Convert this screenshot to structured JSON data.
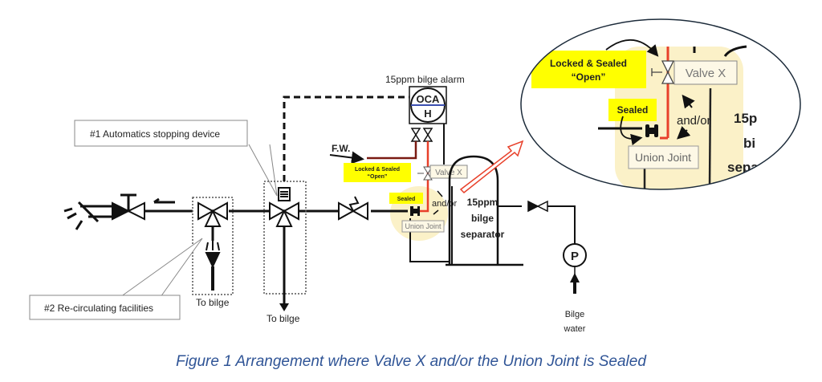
{
  "diagram": {
    "labels": {
      "callout_1": "#1 Automatics stopping device",
      "callout_2": "#2 Re-circulating facilities",
      "to_bilge_1": "To bilge",
      "to_bilge_2": "To bilge",
      "alarm_title": "15ppm bilge alarm",
      "alarm_top": "OCA",
      "alarm_bottom": "H",
      "fw": "F.W.",
      "locked_sealed_1": "Locked & Sealed",
      "locked_sealed_2": "“Open”",
      "sealed": "Sealed",
      "valve_x": "Valve X",
      "and_or": "and/or",
      "union_joint": "Union Joint",
      "separator_1": "15ppm",
      "separator_2": "bilge",
      "separator_3": "separator",
      "pump": "P",
      "bilge_water_1": "Bilge",
      "bilge_water_2": "water"
    },
    "zoom_inset": {
      "locked_sealed_1": "Locked & Sealed",
      "locked_sealed_2": "“Open”",
      "sealed": "Sealed",
      "valve_x": "Valve X",
      "and_or": "and/or",
      "union_joint": "Union Joint",
      "separator_1": "15p",
      "separator_2": "bi",
      "separator_3": "sepa"
    },
    "colors": {
      "pipe": "#111111",
      "highlight_pipe": "#e8402a",
      "label_highlight": "#ffff00",
      "zone_highlight": "#fbf1c8",
      "alarm_line": "#3b4fb0",
      "caption": "#2f5496"
    }
  },
  "caption": "Figure 1 Arrangement where Valve X and/or the Union Joint is Sealed"
}
